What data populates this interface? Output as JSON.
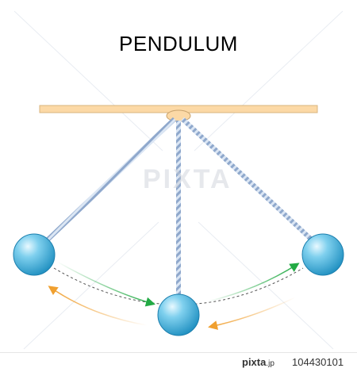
{
  "title": "PENDULUM",
  "watermark": "PIXTA",
  "footer": {
    "brand": "pixta",
    "brand_suffix": ".jp",
    "image_id": "104430101"
  },
  "colors": {
    "beam": "#fcd9a6",
    "beam_stroke": "#d9b57f",
    "ball": "#3aa9d4",
    "ball_highlight": "#dff6ff",
    "rope": "#9fb8d9",
    "arrow_green": "#22aa44",
    "arrow_orange": "#f0a030",
    "path_dashes": "#555555"
  }
}
